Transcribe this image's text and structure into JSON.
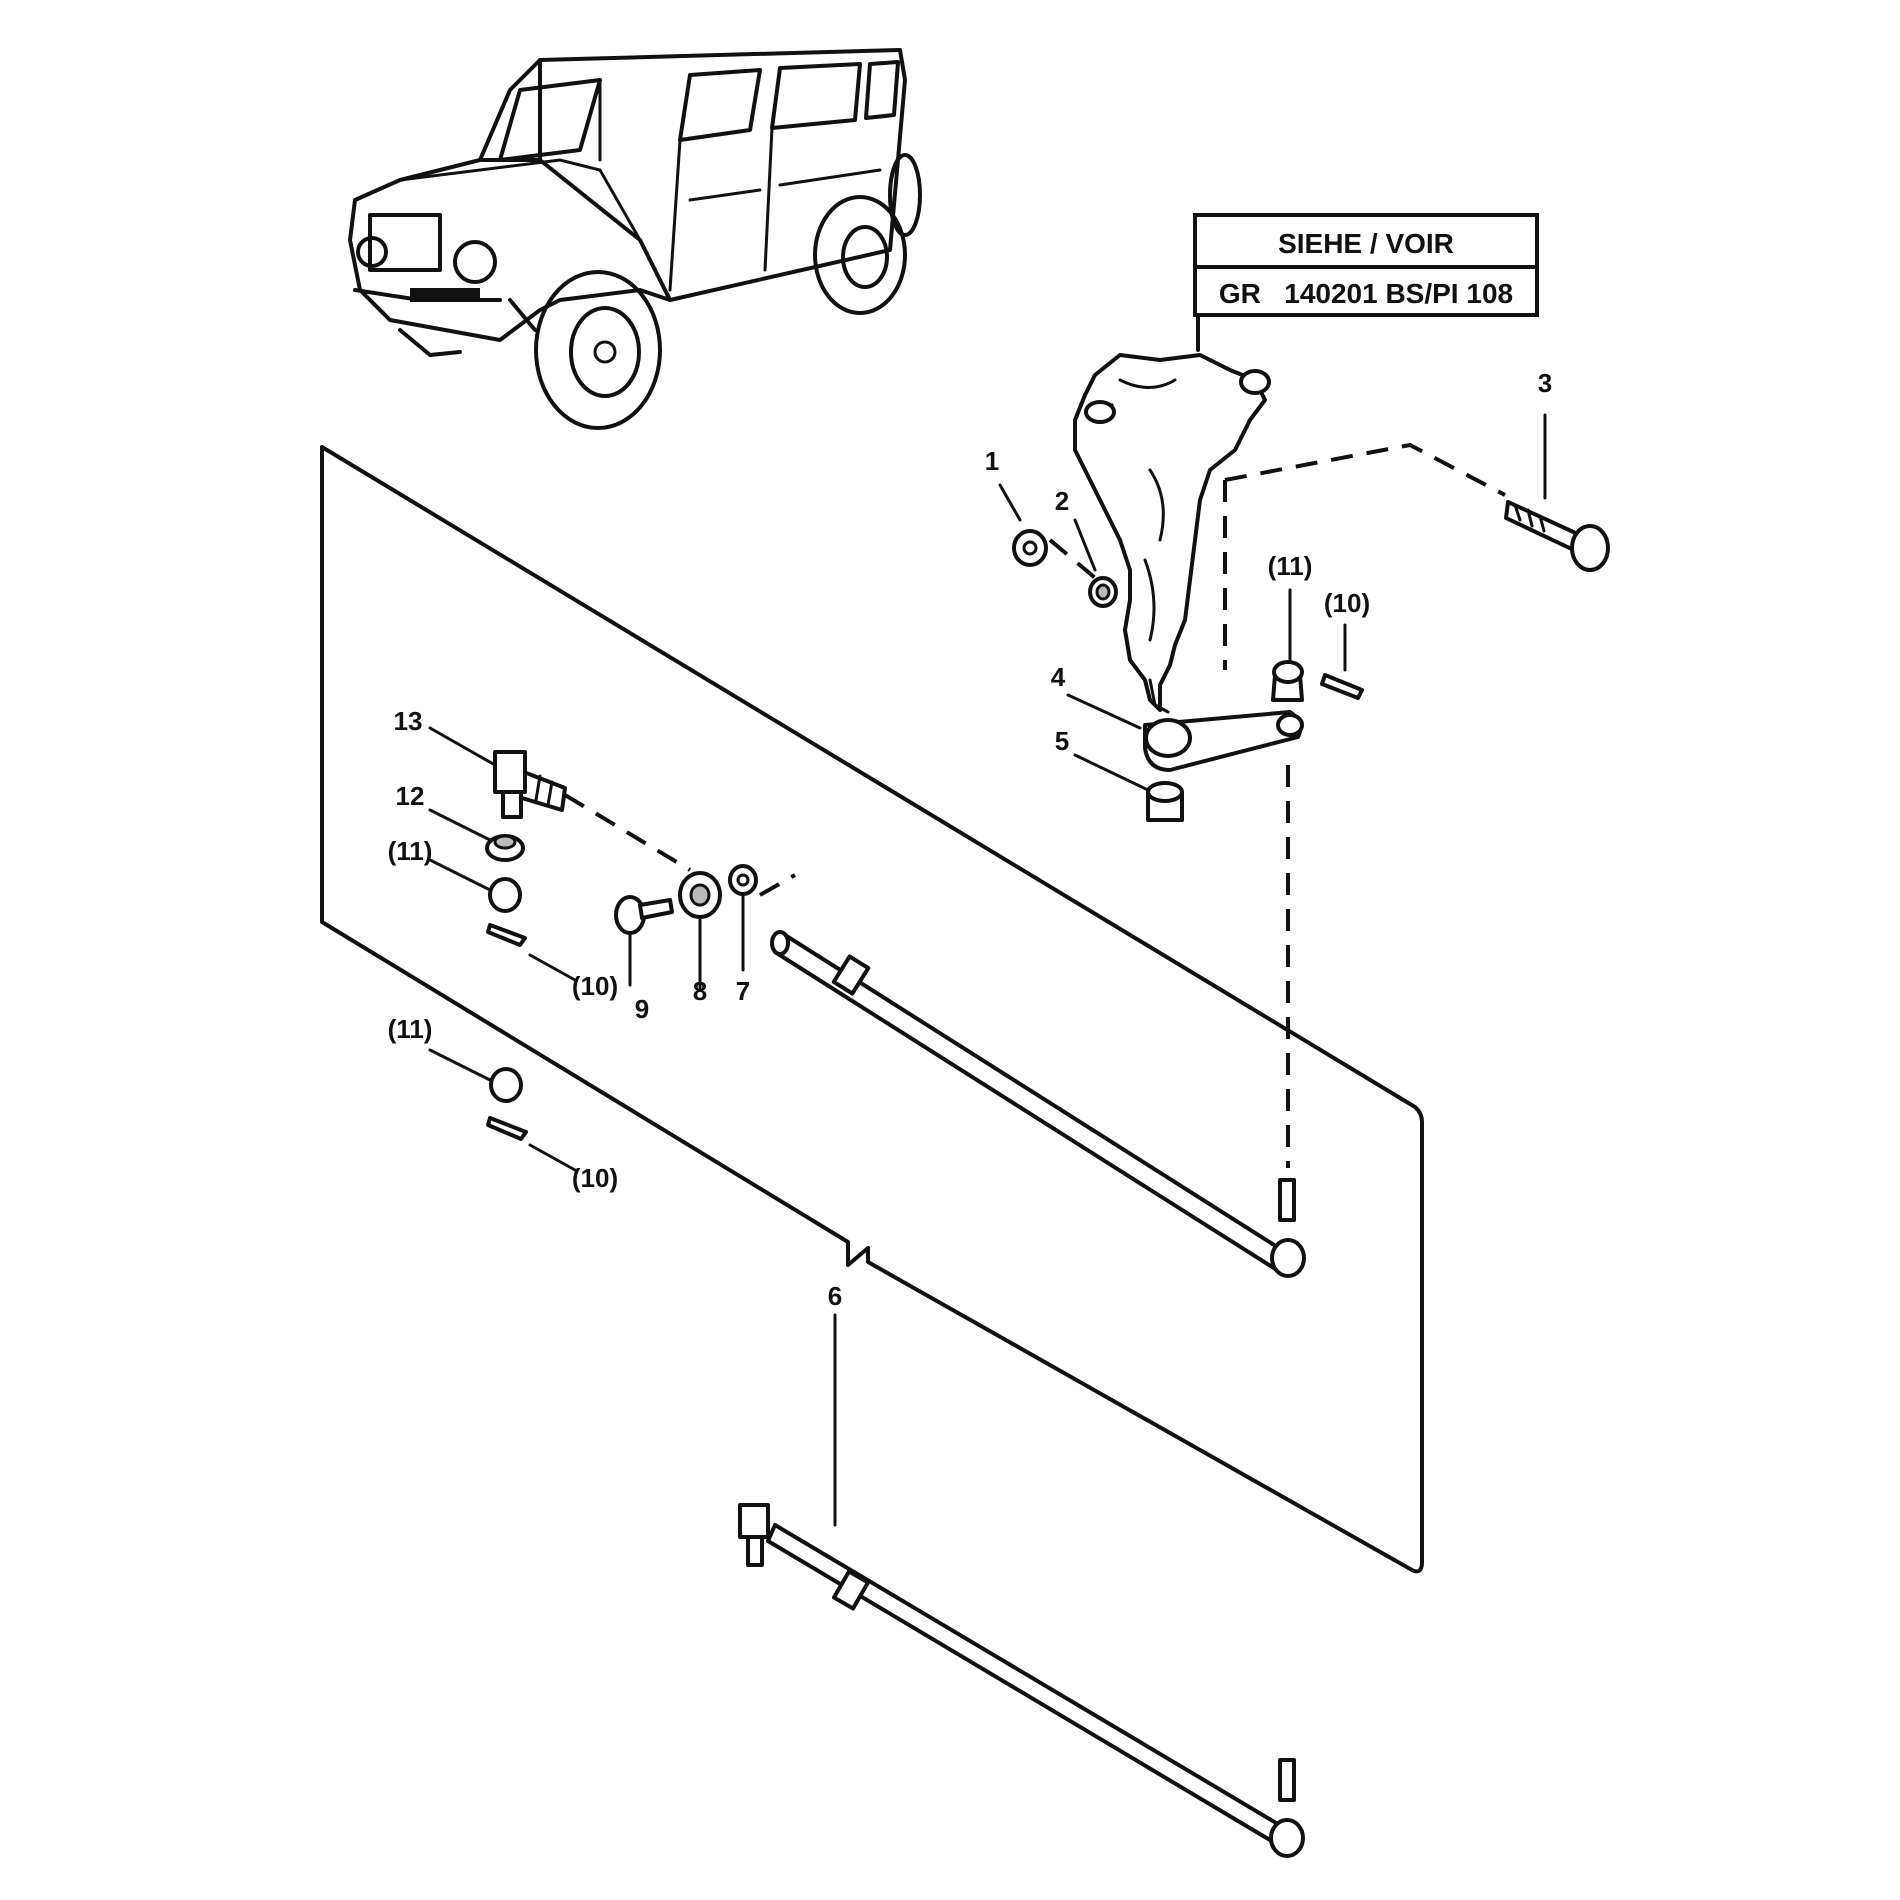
{
  "reference_box": {
    "line1": "SIEHE / VOIR",
    "line2": "GR   140201 BS/PI 108"
  },
  "callouts": [
    {
      "id": "c1",
      "text": "1"
    },
    {
      "id": "c2",
      "text": "2"
    },
    {
      "id": "c3",
      "text": "3"
    },
    {
      "id": "c4",
      "text": "4"
    },
    {
      "id": "c5",
      "text": "5"
    },
    {
      "id": "c6",
      "text": "6"
    },
    {
      "id": "c7",
      "text": "7"
    },
    {
      "id": "c8",
      "text": "8"
    },
    {
      "id": "c9",
      "text": "9"
    },
    {
      "id": "c12",
      "text": "12"
    },
    {
      "id": "c13",
      "text": "13"
    },
    {
      "id": "c11a",
      "text": "(11)"
    },
    {
      "id": "c10a",
      "text": "(10)"
    },
    {
      "id": "c11b",
      "text": "(11)"
    },
    {
      "id": "c10b",
      "text": "(10)"
    },
    {
      "id": "c11c",
      "text": "(11)"
    },
    {
      "id": "c10c",
      "text": "(10)"
    }
  ]
}
